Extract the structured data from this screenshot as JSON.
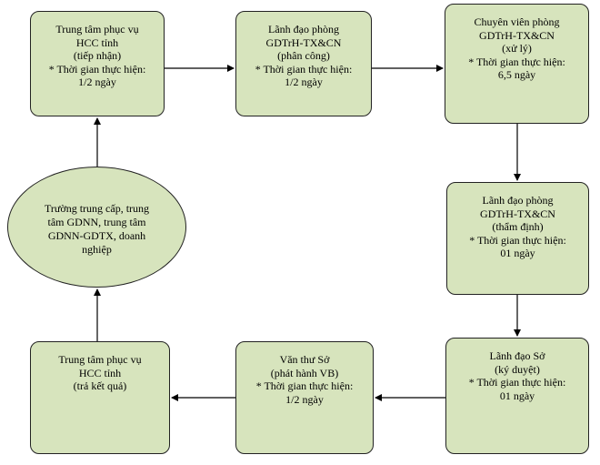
{
  "nodes": {
    "hcc_receive": [
      "Trung tâm phục vụ",
      "HCC tỉnh",
      "(tiếp nhận)",
      "* Thời gian thực hiện:",
      "1/2 ngày"
    ],
    "dept_leader_assign": [
      "Lãnh đạo phòng",
      "GDTrH-TX&CN",
      "(phân công)",
      "* Thời gian thực hiện:",
      "1/2 ngày"
    ],
    "specialist_process": [
      "Chuyên viên phòng",
      "GDTrH-TX&CN",
      "(xử lý)",
      "* Thời gian thực hiện:",
      "6,5 ngày"
    ],
    "dept_leader_review": [
      "Lãnh đạo phòng",
      "GDTrH-TX&CN",
      "(thẩm định)",
      "* Thời gian thực hiện:",
      "01 ngày"
    ],
    "director_sign": [
      "Lãnh đạo Sở",
      "(ký duyệt)",
      "* Thời gian thực hiện:",
      "01 ngày"
    ],
    "clerk_issue": [
      "Văn thư Sở",
      "(phát hành VB)",
      "* Thời gian thực hiện:",
      "1/2 ngày"
    ],
    "hcc_return": [
      "Trung tâm phục vụ",
      "HCC tỉnh",
      "(trả kết quả)"
    ],
    "applicant": [
      "Trường trung cấp, trung",
      "tâm GDNN, trung tâm",
      "GDNN-GDTX, doanh",
      "nghiệp"
    ]
  }
}
